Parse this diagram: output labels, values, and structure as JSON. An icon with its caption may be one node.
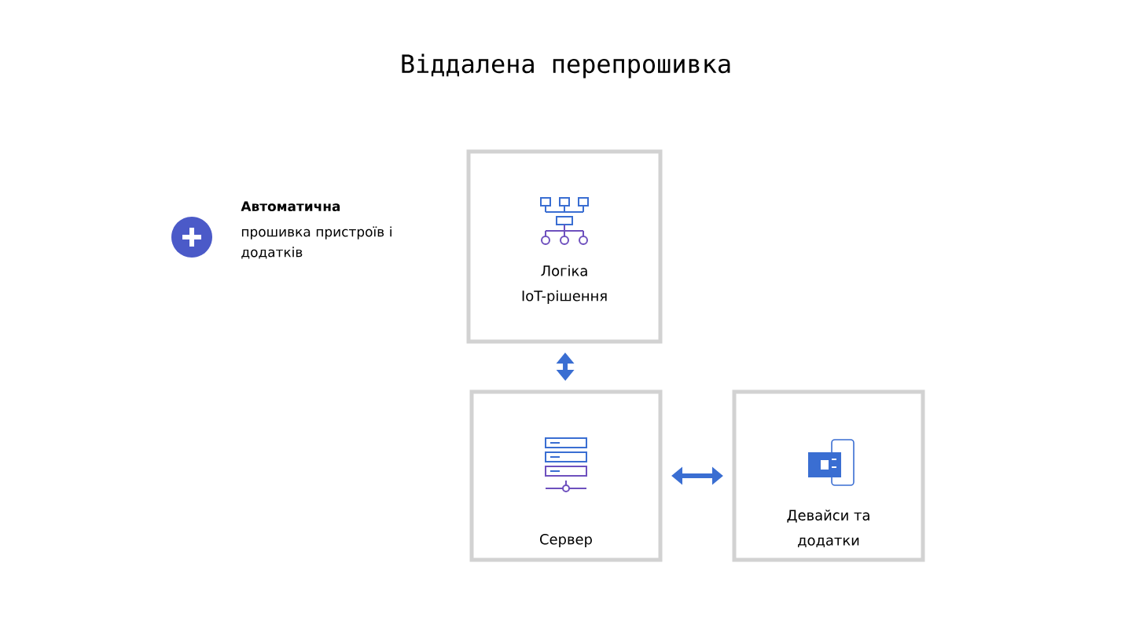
{
  "diagram": {
    "title": "Віддалена перепрошивка",
    "nodes": [
      {
        "text": [
          "Логіка IoT-рішення"
        ]
      },
      {
        "text": [
          "Сервер"
        ]
      },
      {
        "text": [
          "Девайси та додатки"
        ]
      }
    ],
    "edges": [
      {
        "from": 0,
        "to": 1,
        "arrow": "both"
      },
      {
        "from": 1,
        "to": 2,
        "arrow": "both"
      }
    ],
    "labels": [
      "Автоматична",
      "прошивка пристроїв і додатків"
    ]
  }
}
